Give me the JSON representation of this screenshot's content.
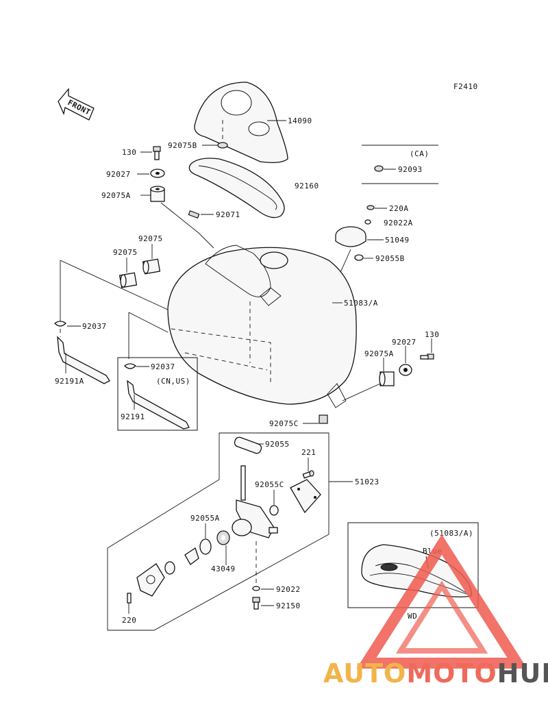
{
  "figure_code": "F2410",
  "front_label": "FRONT",
  "region_labels": {
    "ca": "(CA)",
    "cn_us": "(CN,US)",
    "tank_variant": "(51083/A)",
    "color_blue": "Blue",
    "color_wd": "WD"
  },
  "parts": [
    {
      "id": "p14090",
      "label": "14090"
    },
    {
      "id": "p92075B",
      "label": "92075B"
    },
    {
      "id": "p130a",
      "label": "130"
    },
    {
      "id": "p92027a",
      "label": "92027"
    },
    {
      "id": "p92160",
      "label": "92160"
    },
    {
      "id": "p92075Aa",
      "label": "92075A"
    },
    {
      "id": "p92093",
      "label": "92093"
    },
    {
      "id": "p92071",
      "label": "92071"
    },
    {
      "id": "p220A",
      "label": "220A"
    },
    {
      "id": "p92022A",
      "label": "92022A"
    },
    {
      "id": "p92075a",
      "label": "92075"
    },
    {
      "id": "p92075b",
      "label": "92075"
    },
    {
      "id": "p51049",
      "label": "51049"
    },
    {
      "id": "p92055B",
      "label": "92055B"
    },
    {
      "id": "p51083A",
      "label": "51083/A"
    },
    {
      "id": "p92037a",
      "label": "92037"
    },
    {
      "id": "p130b",
      "label": "130"
    },
    {
      "id": "p92027b",
      "label": "92027"
    },
    {
      "id": "p92075Ab",
      "label": "92075A"
    },
    {
      "id": "p92037b",
      "label": "92037"
    },
    {
      "id": "p92191A",
      "label": "92191A"
    },
    {
      "id": "p92191",
      "label": "92191"
    },
    {
      "id": "p92075C",
      "label": "92075C"
    },
    {
      "id": "p92055",
      "label": "92055"
    },
    {
      "id": "p221",
      "label": "221"
    },
    {
      "id": "p51023",
      "label": "51023"
    },
    {
      "id": "p92055C",
      "label": "92055C"
    },
    {
      "id": "p92055A",
      "label": "92055A"
    },
    {
      "id": "p43049",
      "label": "43049"
    },
    {
      "id": "p92022",
      "label": "92022"
    },
    {
      "id": "p92150",
      "label": "92150"
    },
    {
      "id": "p220",
      "label": "220"
    }
  ],
  "watermark": {
    "part1": "AUTO",
    "part2": "MOTO",
    "part3": "HUB",
    "color1": "#f2b44a",
    "color2": "#ef6a5a",
    "color3": "#555555",
    "triangle_color": "#ef5b4f"
  }
}
